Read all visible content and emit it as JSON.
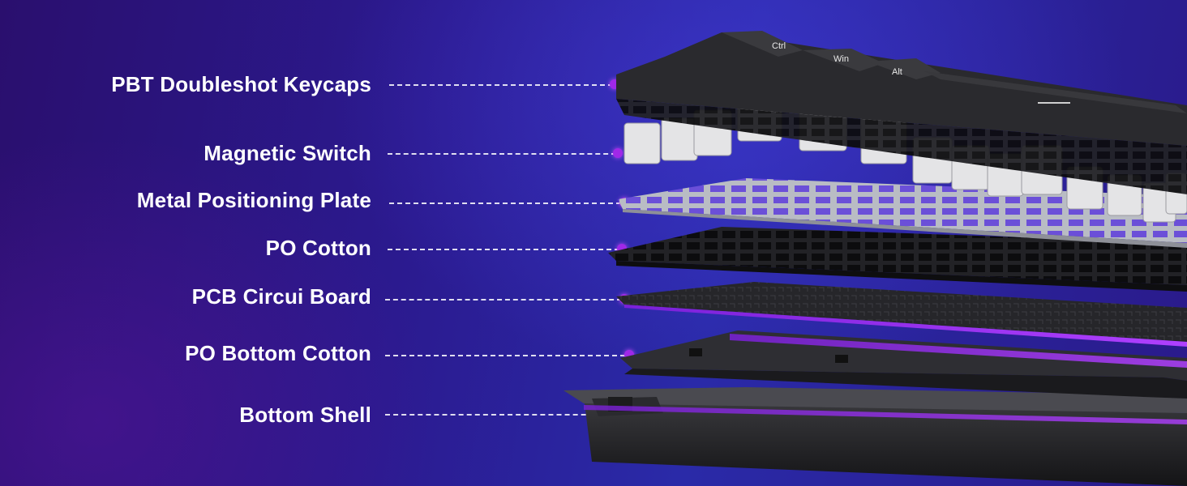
{
  "layers": [
    {
      "label": "PBT Doubleshot Keycaps"
    },
    {
      "label": "Magnetic Switch"
    },
    {
      "label": "Metal Positioning Plate"
    },
    {
      "label": "PO Cotton"
    },
    {
      "label": "PCB Circui Board"
    },
    {
      "label": "PO Bottom Cotton"
    },
    {
      "label": "Bottom Shell"
    }
  ],
  "keycap_legends": {
    "ctrl": "Ctrl",
    "win": "Win",
    "alt": "Alt"
  },
  "colors": {
    "background": "#2b1a8f",
    "accent_dot": "#a028e8",
    "label_text": "#ffffff",
    "purple_glow": "#9a2cf0"
  }
}
